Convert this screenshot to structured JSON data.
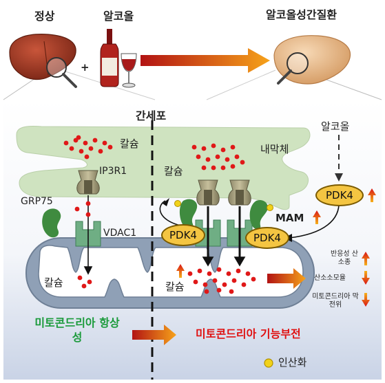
{
  "header": {
    "normal": "정상",
    "alcohol": "알코올",
    "disease": "알코올성간질환",
    "plus": "+"
  },
  "section": {
    "hepatocyte": "간세포"
  },
  "er": {
    "name": "내막체",
    "calcium_left": "칼슘",
    "calcium_right": "칼슘"
  },
  "labels": {
    "ip3r1": "IP3R1",
    "grp75": "GRP75",
    "vdac1": "VDAC1",
    "mam": "MAM",
    "alcohol_input": "알코올",
    "pdk4": "PDK4",
    "mito_calcium_left": "칼슘",
    "mito_calcium_right": "칼슘"
  },
  "effects": {
    "ros": "반응성 산소종",
    "oxygen_consumption": "산소소모율",
    "membrane_potential": "미토콘드리아 막전위"
  },
  "outcomes": {
    "homeostasis": "미토콘드리아 항상성",
    "dysfunction": "미토콘드리아 기능부전"
  },
  "legend": {
    "phosphorylation": "인산화"
  },
  "colors": {
    "er_fill": "#cfe3c0",
    "mito_fill": "#8fa0b6",
    "channel": "#a8a080",
    "vdac": "#6fae84",
    "grp75": "#3f8b3f",
    "calcium": "#e01818",
    "pdk4": "#f4c542",
    "green_text": "#1a9a3a",
    "red_text": "#e01010"
  }
}
